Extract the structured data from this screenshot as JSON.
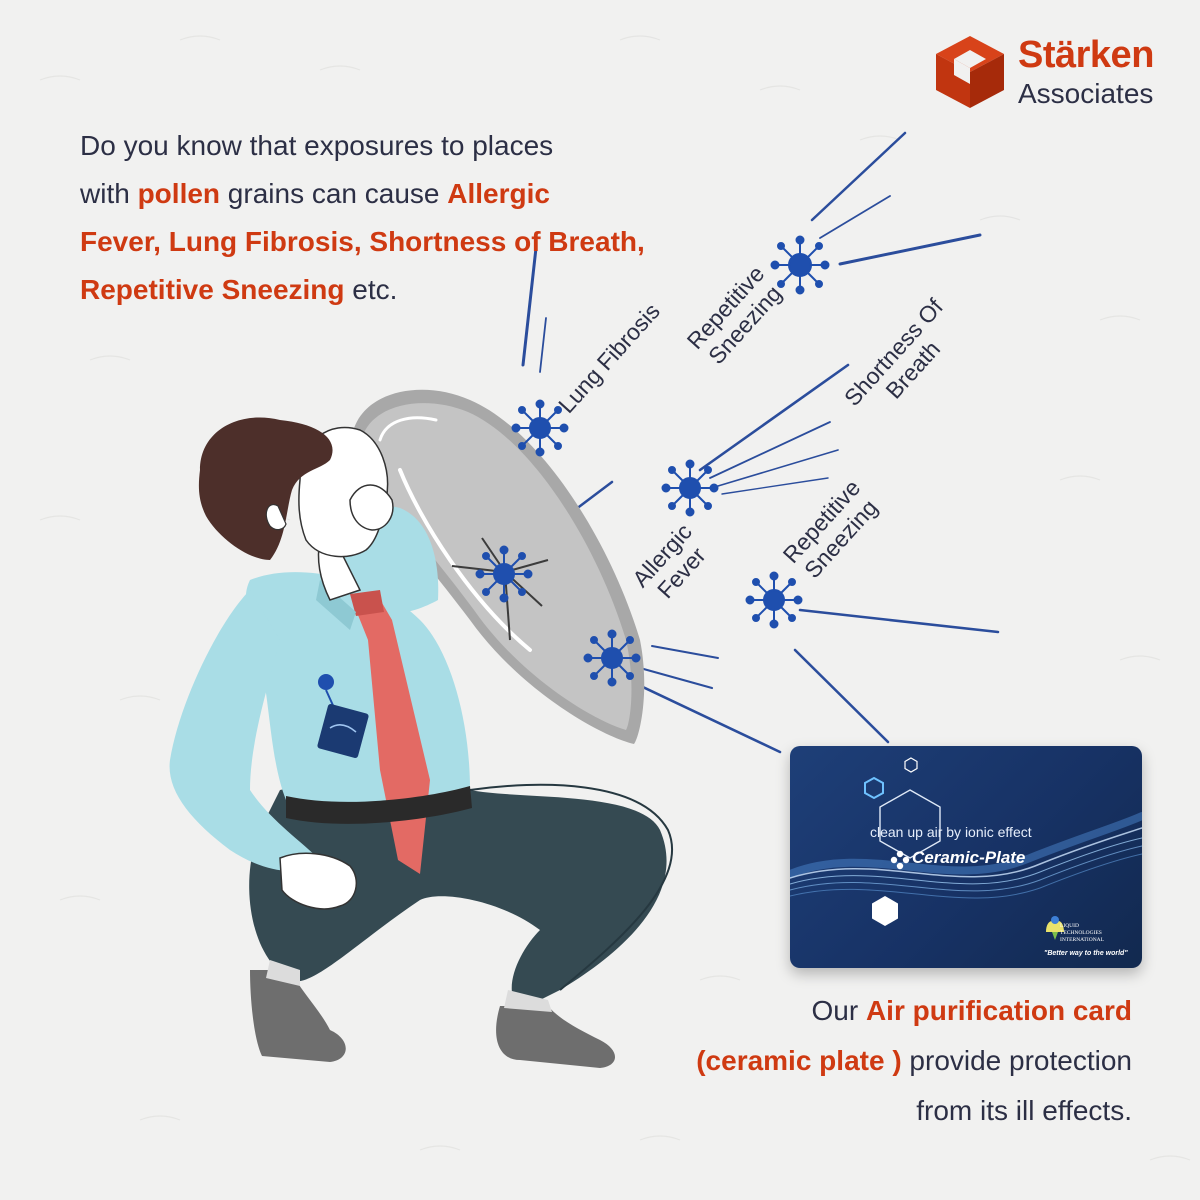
{
  "logo": {
    "name": "Stärken",
    "subtitle": "Associates",
    "colors": {
      "top": "#d8431a",
      "left": "#c13510",
      "right": "#a62a0a"
    }
  },
  "intro": {
    "line1": "Do you know that  exposures to places",
    "line2_pre": "with ",
    "line2_hl1": "pollen",
    "line2_mid": " grains can cause ",
    "line2_hl2": "Allergic",
    "line3_hl": "Fever, Lung Fibrosis, Shortness of Breath,",
    "line4_hl": "Repetitive Sneezing",
    "line4_post": " etc."
  },
  "labels": {
    "lung_fibrosis": "Lung Fibrosis",
    "rep_sneezing_top_1": "Repetitive",
    "rep_sneezing_top_2": "Sneezing",
    "shortness_1": "Shortness Of",
    "shortness_2": "Breath",
    "allergic_1": "Allergic",
    "allergic_2": "Fever",
    "rep_sneezing_low_1": "Repetitive",
    "rep_sneezing_low_2": "Sneezing"
  },
  "card": {
    "tagline": "clean up air by ionic effect",
    "brand": "Ceramic-Plate",
    "company_1": "LIQUID",
    "company_2": "TECHNOLOGIES",
    "company_3": "INTERNATIONAL",
    "slogan": "\"Better way to the world\""
  },
  "outro": {
    "line1_pre": "Our ",
    "line1_hl": "Air purification card",
    "line2_hl": "(ceramic plate )",
    "line2_post": " provide protection",
    "line3": "from its ill effects."
  },
  "colors": {
    "accent": "#cf3a12",
    "text": "#2c2f45",
    "virus": "#1f4fae",
    "shirt": "#a9dde6",
    "tie": "#e36a64",
    "trousers": "#354a52",
    "shoes": "#6e6e6e",
    "hair": "#4d2f2a",
    "shield": "#a8a8a8",
    "card": "#1b3a72"
  },
  "icons": [
    "virus-icon",
    "shield-icon",
    "logo-cube-icon",
    "hexagon-icon",
    "flower-icon"
  ]
}
